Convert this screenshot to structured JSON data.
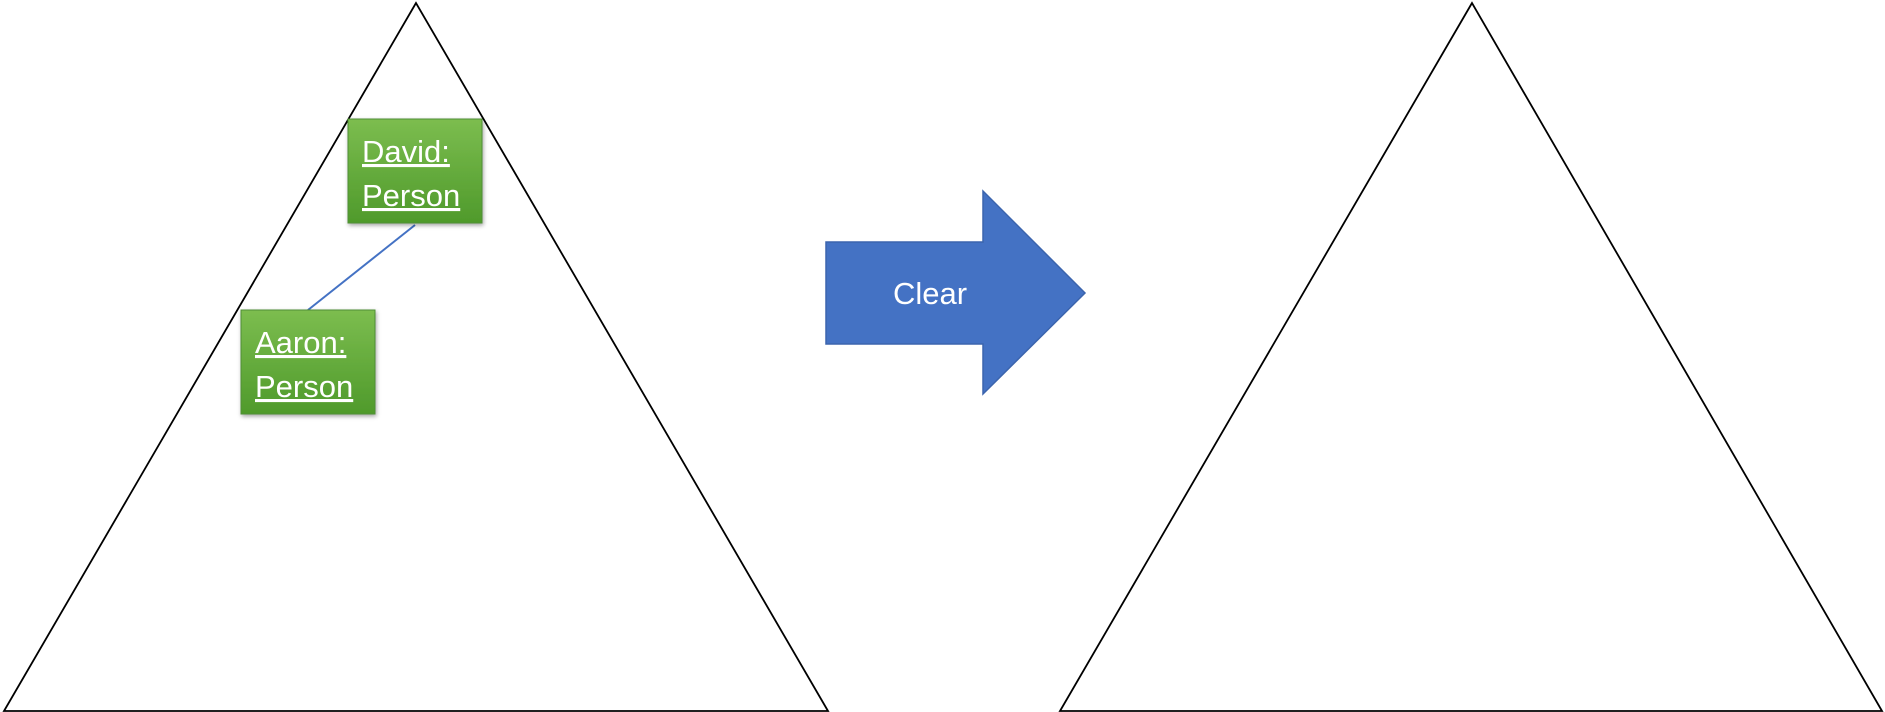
{
  "diagram": {
    "before": {
      "nodes": [
        {
          "line1": "David:",
          "line2": "Person"
        },
        {
          "line1": "Aaron:",
          "line2": "Person"
        }
      ],
      "connections": [
        {
          "from": "David: Person",
          "to": "Aaron: Person"
        }
      ]
    },
    "arrow": {
      "label": "Clear",
      "color": "#4472c4"
    },
    "after": {
      "nodes": []
    },
    "colors": {
      "node_fill_top": "#7cbd4f",
      "node_fill_bottom": "#4f9a2b",
      "connector": "#4472c4",
      "outline": "#000000"
    }
  }
}
